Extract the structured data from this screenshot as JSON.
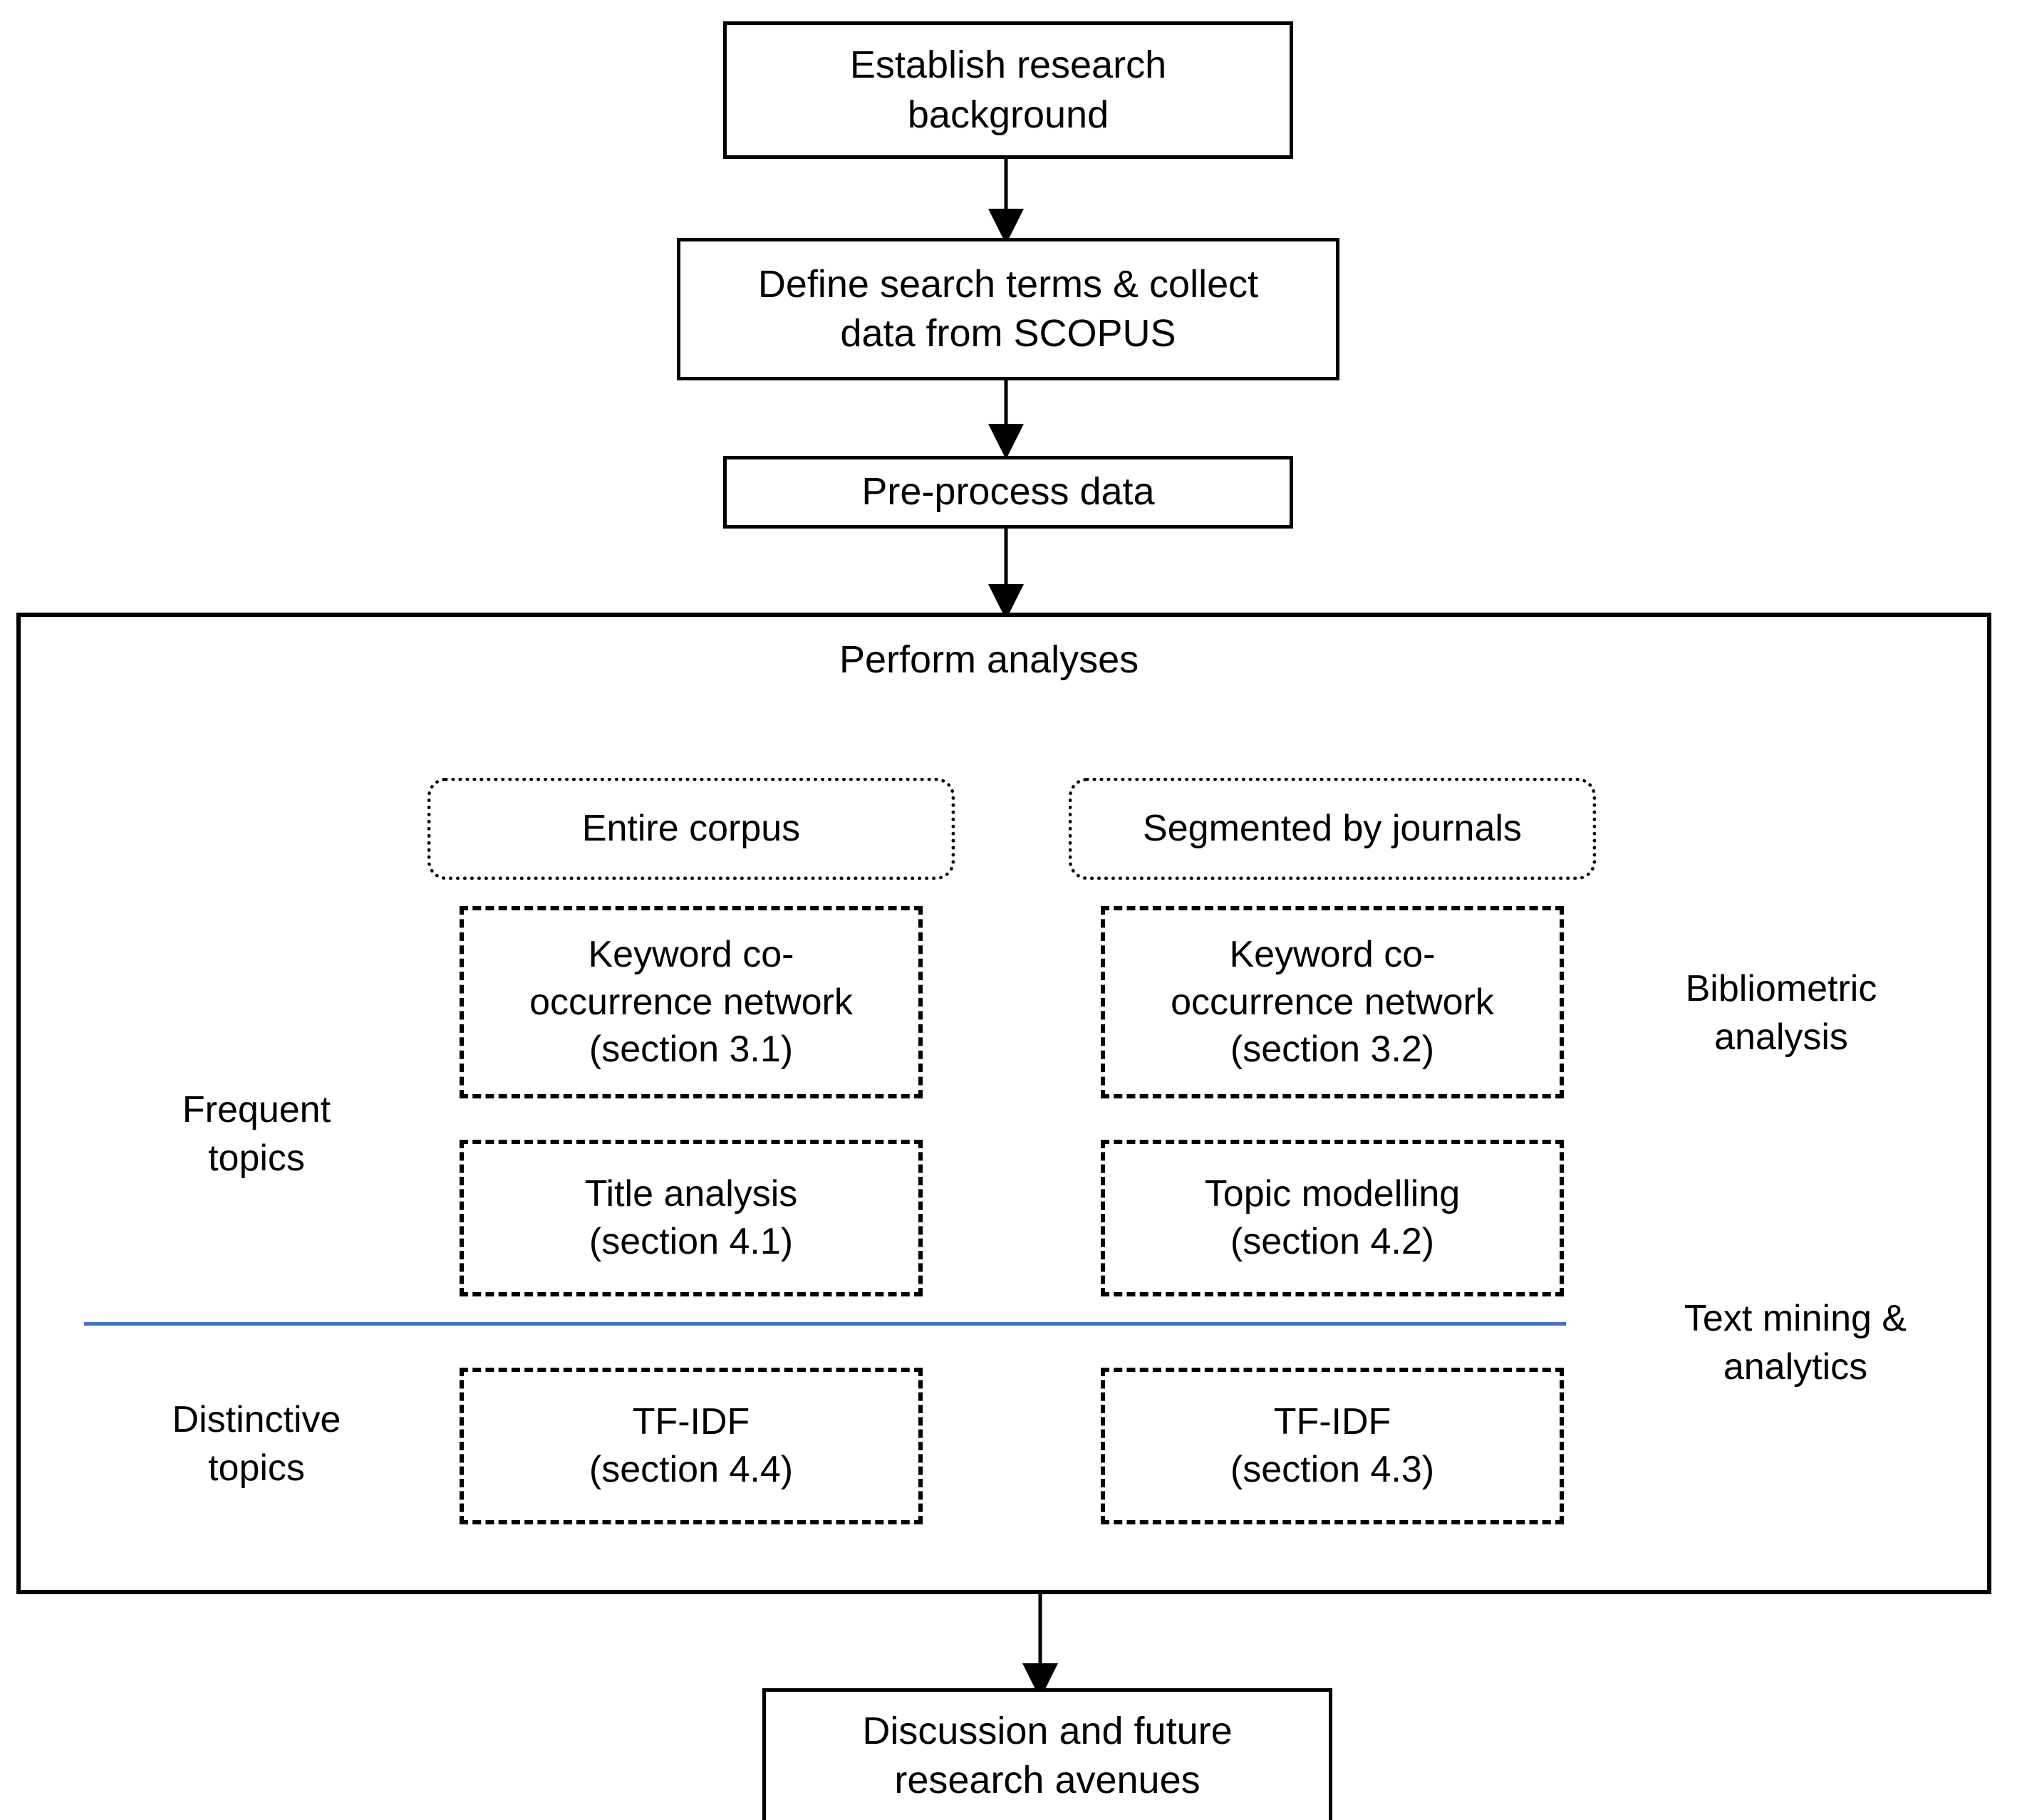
{
  "diagram": {
    "title": "Research methodology flowchart",
    "colors": {
      "stroke": "#000000",
      "divider_blue": "#4472C4",
      "background": "#FFFFFF"
    }
  },
  "process_boxes": [
    {
      "id": "establish-research-background",
      "label": "Establish research\nbackground"
    },
    {
      "id": "define-search-terms",
      "label": "Define search terms & collect\ndata from SCOPUS"
    },
    {
      "id": "pre-process-data",
      "label": "Pre-process data"
    },
    {
      "id": "discussion-future-research",
      "label": "Discussion and future\nresearch avenues"
    }
  ],
  "analysis_container": {
    "heading": "Perform analyses",
    "branches": [
      {
        "id": "entire-corpus",
        "label": "Entire corpus"
      },
      {
        "id": "segmented-by-journals",
        "label": "Segmented by journals"
      }
    ],
    "row_labels": [
      {
        "id": "frequent-topics",
        "label": "Frequent\ntopics"
      },
      {
        "id": "distinctive-topics",
        "label": "Distinctive\ntopics"
      }
    ],
    "method_groups": [
      {
        "id": "bibliometric-analysis",
        "label": "Bibliometric\nanalysis"
      },
      {
        "id": "text-mining-analytics",
        "label": "Text mining  &\nanalytics"
      }
    ],
    "methods": [
      {
        "id": "keyword-cooccurrence-entire",
        "column": "entire-corpus",
        "row": 1,
        "label": "Keyword co-\noccurrence network\n(section 3.1)"
      },
      {
        "id": "keyword-cooccurrence-segmented",
        "column": "segmented-by-journals",
        "row": 1,
        "label": "Keyword co-\noccurrence network\n(section 3.2)"
      },
      {
        "id": "title-analysis",
        "column": "entire-corpus",
        "row": 2,
        "label": "Title analysis\n(section 4.1)"
      },
      {
        "id": "topic-modelling",
        "column": "segmented-by-journals",
        "row": 2,
        "label": "Topic modelling\n(section 4.2)"
      },
      {
        "id": "tfidf-entire",
        "column": "entire-corpus",
        "row": 3,
        "label": "TF-IDF\n(section 4.4)"
      },
      {
        "id": "tfidf-segmented",
        "column": "segmented-by-journals",
        "row": 3,
        "label": "TF-IDF\n(section 4.3)"
      }
    ]
  }
}
